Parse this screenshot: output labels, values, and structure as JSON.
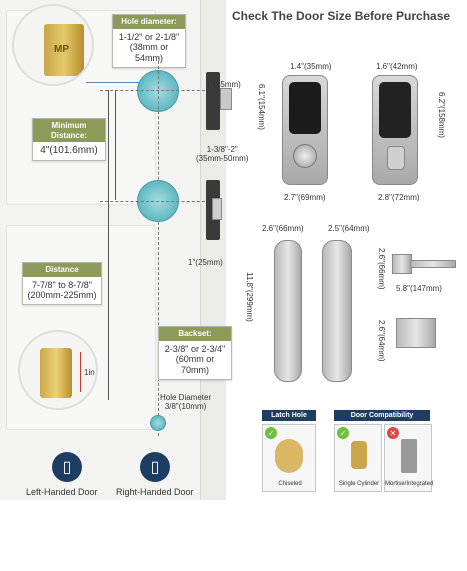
{
  "title": "Check The Door Size Before Purchase",
  "labels": {
    "hole_diameter": {
      "head": "Hole diameter:",
      "line1": "1-1/2\" or 2-1/8\"",
      "line2": "(38mm or 54mm)"
    },
    "minimum_distance": {
      "head": "Minimum Distance:",
      "line1": "4\"(101.6mm)"
    },
    "distance": {
      "head": "Distance",
      "line1": "7-7/8\" to 8-7/8\"",
      "line2": "(200mm-225mm)"
    },
    "backset": {
      "head": "Backset:",
      "line1": "2-3/8\" or 2-3/4\"",
      "line2": "(60mm or 70mm)"
    },
    "small_hole": {
      "line1": "Hole Diameter",
      "line2": "3/8\"(10mm)"
    }
  },
  "dims": {
    "plate_width": "1\"(25mm)",
    "plate_small": "1-3/8\"-2\"",
    "plate_small_mm": "(35mm-50mm)",
    "plate_bottom": "1\"(25mm)",
    "latch_travel": "1in",
    "front_width": "1.4\"(35mm)",
    "front_height": "6.1\"(154mm)",
    "front_bottom": "2.7\"(69mm)",
    "back_width": "1.6\"(42mm)",
    "back_height": "6.2\"(158mm)",
    "back_bottom": "2.8\"(72mm)",
    "handle_width": "2.6\"(66mm)",
    "handle_width2": "2.5\"(64mm)",
    "handle_height": "11.8\"(299mm)",
    "lever_height": "2.6\"(66mm)",
    "lever_length": "5.8\"(147mm)",
    "lever_depth": "2.6\"(64mm)"
  },
  "doors": {
    "left": "Left-Handed Door",
    "right": "Right-Handed Door"
  },
  "latch_hole": {
    "head": "Latch Hole",
    "caption": "Chiseled"
  },
  "compat": {
    "head": "Door Compatibility",
    "single": "Single Cylinder",
    "mortise": "Mortise/Integrated"
  },
  "brand_mark": "MP",
  "colors": {
    "label_head": "#8c9a5a",
    "hole": "#5fb9c2",
    "compat_head": "#1e3d63"
  },
  "icons": [
    "check-icon",
    "cross-icon",
    "door-icon"
  ]
}
